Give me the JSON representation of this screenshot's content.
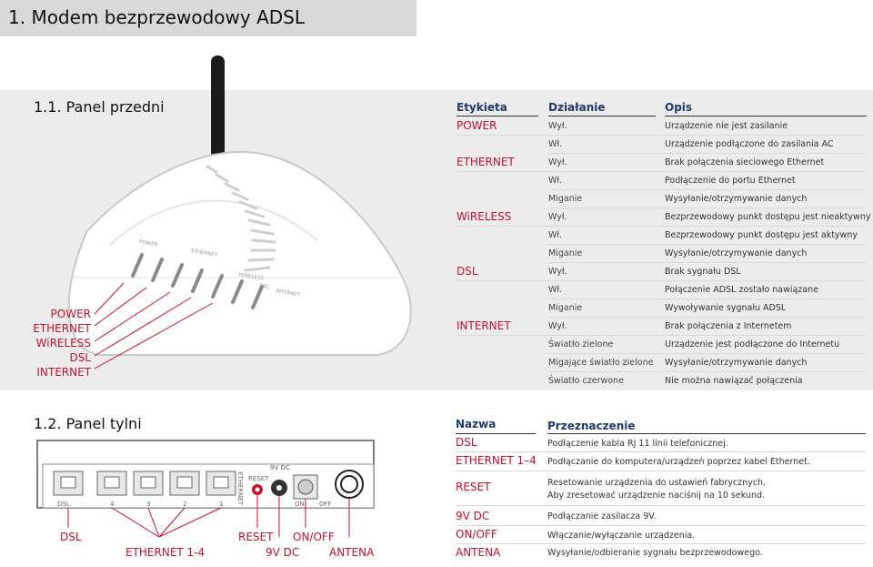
{
  "title": "1. Modem bezprzewodowy ADSL",
  "front": {
    "heading": "1.1. Panel przedni",
    "col_label": "Etykieta",
    "col_action": "Działanie",
    "col_desc": "Opis",
    "rows": [
      {
        "label": "POWER",
        "action": "Wył.",
        "desc": "Urządzenie nie jest zasilanie"
      },
      {
        "label": "",
        "action": "Wł.",
        "desc": "Urządzenie podłączone do zasilania AC"
      },
      {
        "label": "ETHERNET",
        "action": "Wył.",
        "desc": "Brak połączenia sieciowego Ethernet"
      },
      {
        "label": "",
        "action": "Wł.",
        "desc": "Podłączenie do portu Ethernet"
      },
      {
        "label": "",
        "action": "Miganie",
        "desc": "Wysyłanie/otrzymywanie danych"
      },
      {
        "label": "WiRELESS",
        "action": "Wył.",
        "desc": "Bezprzewodowy punkt dostępu jest nieaktywny"
      },
      {
        "label": "",
        "action": "Wł.",
        "desc": "Bezprzewodowy punkt dostępu jest aktywny"
      },
      {
        "label": "",
        "action": "Miganie",
        "desc": "Wysyłanie/otrzymywanie danych"
      },
      {
        "label": "DSL",
        "action": "Wył.",
        "desc": "Brak sygnału DSL"
      },
      {
        "label": "",
        "action": "Wł.",
        "desc": "Połączenie ADSL zostało nawiązane"
      },
      {
        "label": "",
        "action": "Miganie",
        "desc": "Wywoływanie sygnału ADSL"
      },
      {
        "label": "INTERNET",
        "action": "Wył.",
        "desc": "Brak połączenia z Internetem"
      },
      {
        "label": "",
        "action": "Światło zielone",
        "desc": "Urządzenie jest podłączone do Internetu"
      },
      {
        "label": "",
        "action": "Migające światło zielone",
        "desc": "Wysyłanie/otrzymywanie danych"
      },
      {
        "label": "",
        "action": "Światło czerwone",
        "desc": "Nie można nawiązać połączenia"
      }
    ],
    "device_labels": [
      "POWER",
      "ETHERNET",
      "WiRELESS",
      "DSL",
      "INTERNET"
    ],
    "device_print": {
      "power": "POWER",
      "ethernet": "ETHERNET",
      "wireless": "WIRELESS",
      "dsl": "DSL",
      "internet": "INTERNET"
    }
  },
  "back": {
    "heading": "1.2. Panel tylni",
    "col_label": "Nazwa",
    "col_desc": "Przeznaczenie",
    "rows": [
      {
        "label": "DSL",
        "desc": "Podłączenie kabla RJ 11 linii telefonicznej."
      },
      {
        "label": "ETHERNET 1–4",
        "desc": "Podłączanie do komputera/urządzeń poprzez kabel Ethernet."
      },
      {
        "label": "RESET",
        "desc": "Resetowanie urządzenia do ustawień fabrycznych."
      },
      {
        "label": "",
        "desc": "Aby zresetować urządzenie naciśnij na 10 sekund."
      },
      {
        "label": "9V DC",
        "desc": "Podłączanie zasilacza 9V."
      },
      {
        "label": "ON/OFF",
        "desc": "Włączanie/wyłączanie urządzenia."
      },
      {
        "label": "ANTENA",
        "desc": "Wysyłanie/odbieranie sygnału bezprzewodowego."
      }
    ],
    "device": {
      "dsl": "DSL",
      "p4": "4",
      "p3": "3",
      "p2": "2",
      "p1": "1",
      "ethernet_vertical": "ETHERNET",
      "reset": "RESET",
      "dc": "9V DC",
      "on": "ON",
      "off": "OFF"
    },
    "bottom_labels": {
      "dsl": "DSL",
      "ethernet": "ETHERNET 1-4",
      "reset": "RESET",
      "dc": "9V DC",
      "onoff": "ON/OFF",
      "antena": "ANTENA"
    }
  }
}
